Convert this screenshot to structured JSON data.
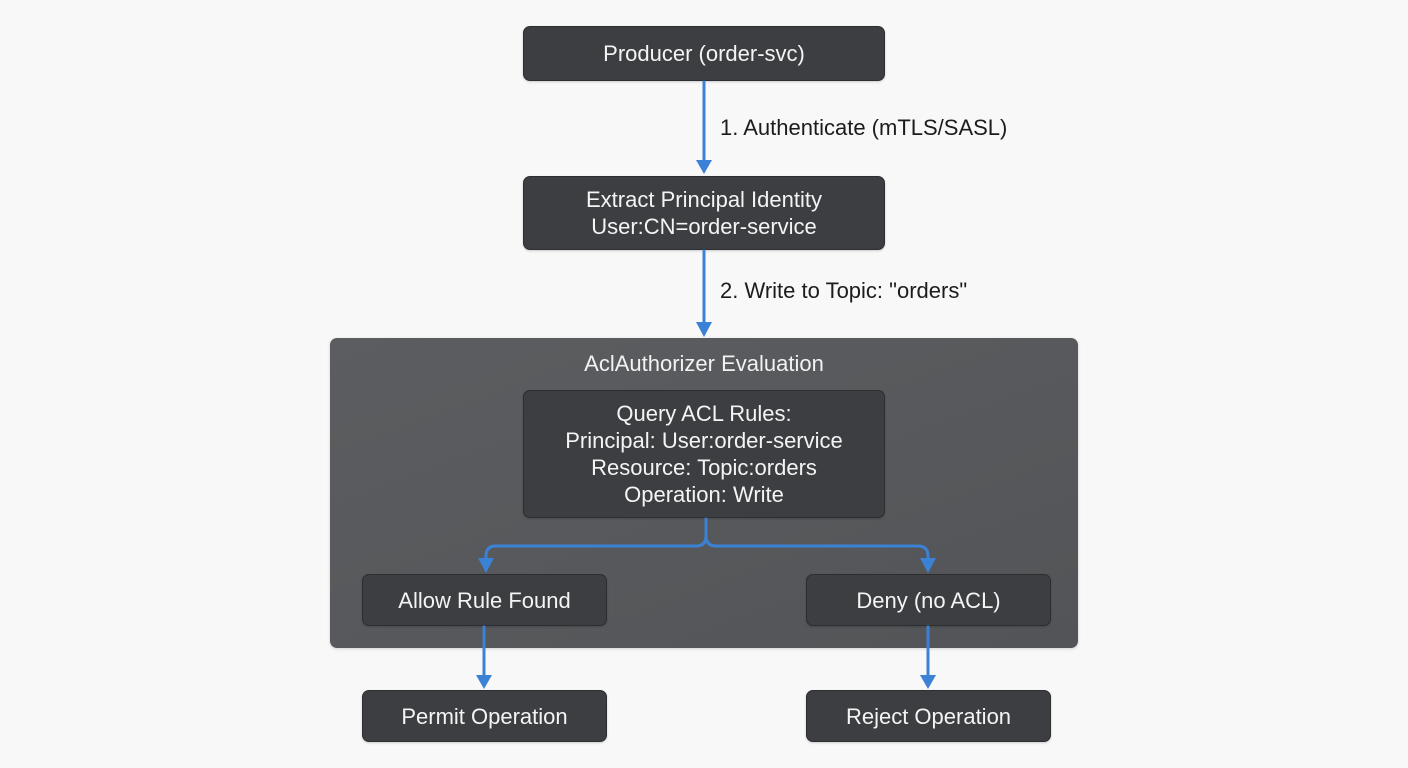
{
  "diagram": {
    "nodes": {
      "producer": {
        "lines": [
          "Producer (order-svc)"
        ]
      },
      "extract": {
        "lines": [
          "Extract Principal Identity",
          "User:CN=order-service"
        ]
      },
      "query": {
        "lines": [
          "Query ACL Rules:",
          "Principal: User:order-service",
          "Resource: Topic:orders",
          "Operation: Write"
        ]
      },
      "allow": {
        "lines": [
          "Allow Rule Found"
        ]
      },
      "deny": {
        "lines": [
          "Deny (no ACL)"
        ]
      },
      "permit": {
        "lines": [
          "Permit Operation"
        ]
      },
      "reject": {
        "lines": [
          "Reject Operation"
        ]
      }
    },
    "group": {
      "title": "AclAuthorizer Evaluation"
    },
    "edges": {
      "authenticate": "1. Authenticate (mTLS/SASL)",
      "write": "2. Write to Topic: \"orders\""
    },
    "colors": {
      "background": "#f8f8f8",
      "node_fill": "#3c3e41",
      "group_fill": "#58595c",
      "arrow": "#3b82d6",
      "node_text": "#f4f4f4",
      "label_text": "#1c1c1c"
    }
  }
}
